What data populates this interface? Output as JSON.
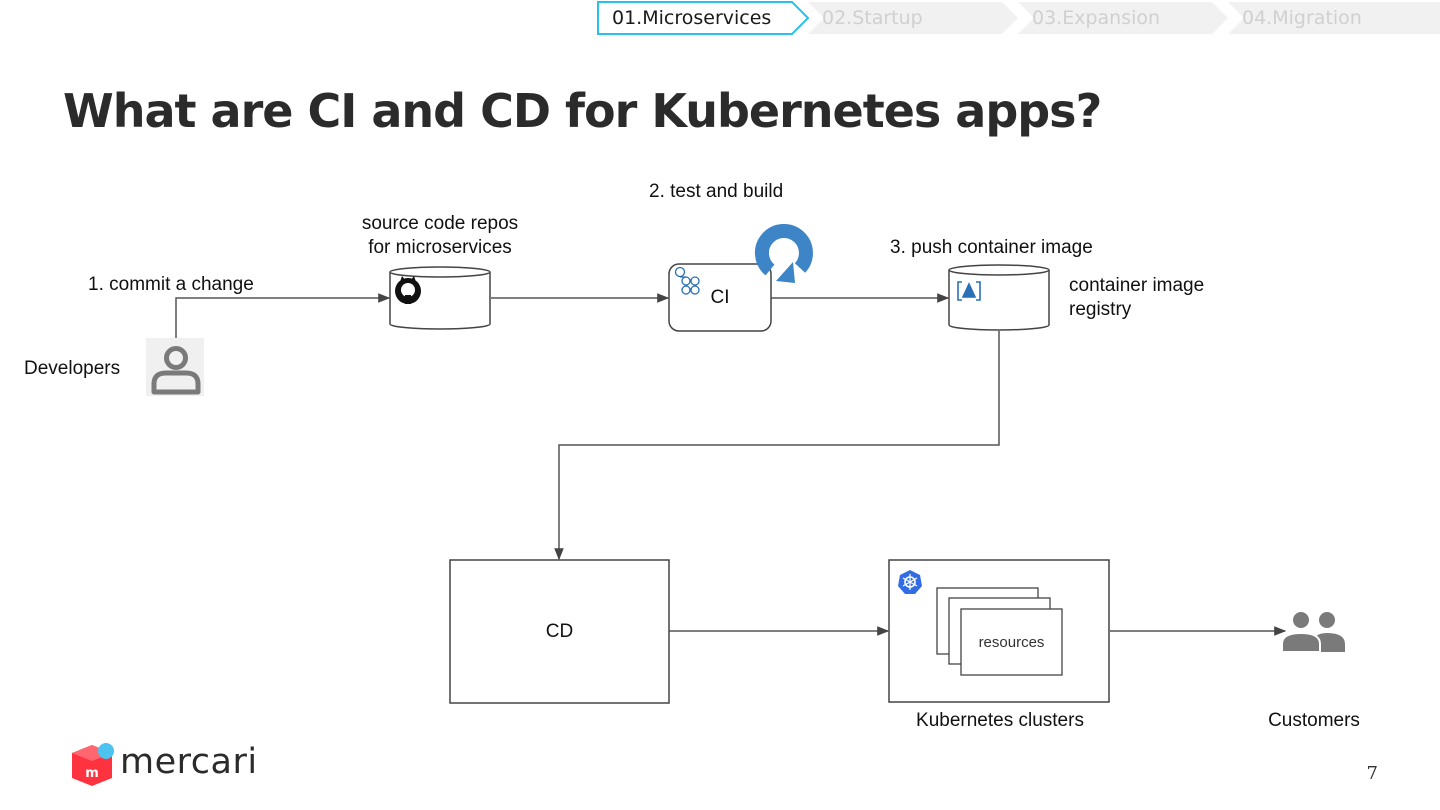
{
  "nav": {
    "steps": [
      {
        "label": "01.Microservices",
        "active": true
      },
      {
        "label": "02.Startup",
        "active": false
      },
      {
        "label": "03.Expansion",
        "active": false
      },
      {
        "label": "04.Migration",
        "active": false
      }
    ]
  },
  "title": "What are CI and CD for Kubernetes apps?",
  "diagram": {
    "commit_label": "1. commit a change",
    "developers_label": "Developers",
    "repo_label_line1": "source code repos",
    "repo_label_line2": "for microservices",
    "test_build_label": "2. test and build",
    "ci_label": "CI",
    "push_label": "3. push container  image",
    "registry_label_line1": "container image",
    "registry_label_line2": "registry",
    "cd_label": "CD",
    "resources_label": "resources",
    "clusters_label": "Kubernetes clusters",
    "customers_label": "Customers"
  },
  "icons": {
    "developer": "person-icon",
    "repo": "github-icon",
    "ci": "pipeline-icon",
    "loop": "refresh-arrow-icon",
    "registry": "container-registry-icon",
    "kubernetes": "kubernetes-icon",
    "customers": "people-icon"
  },
  "colors": {
    "active_nav": "#29c1e8",
    "refresh_arrow": "#3d85c6",
    "kubernetes": "#326ce5",
    "brand_red": "#ff333f"
  },
  "footer": {
    "brand": "mercari",
    "page_number": "7"
  }
}
